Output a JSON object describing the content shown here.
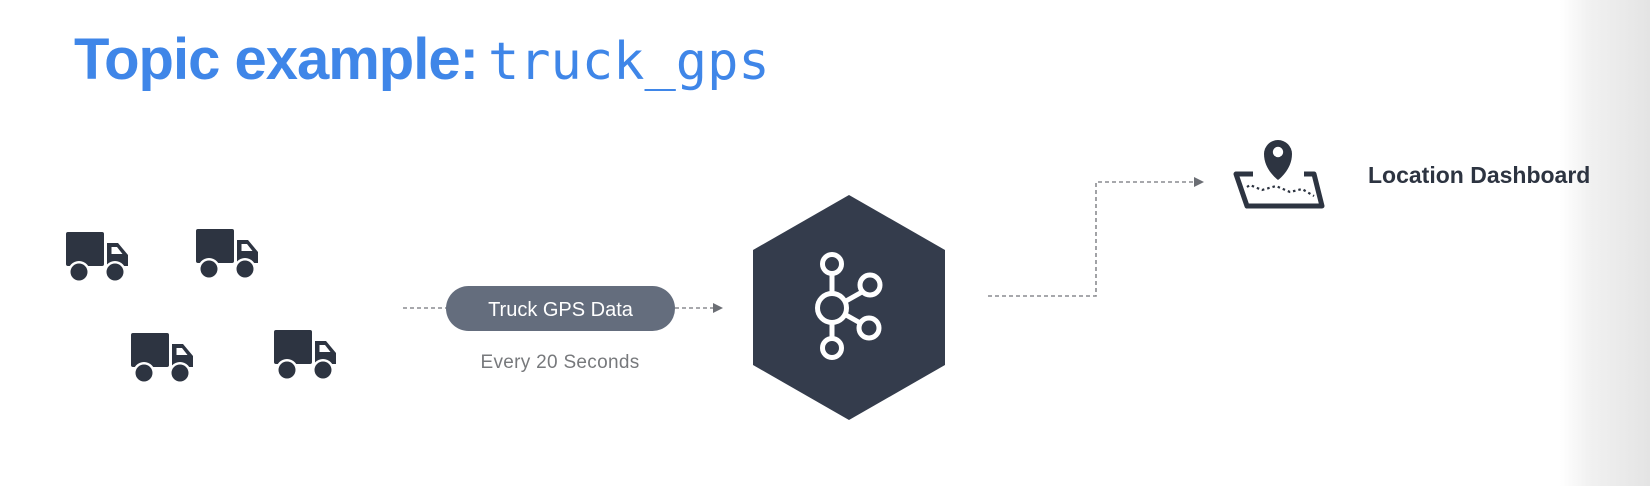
{
  "slide": {
    "title_text": "Topic example:",
    "title_code": "truck_gps"
  },
  "diagram": {
    "producer_icon": "truck-icon",
    "producer_count": 4,
    "message_label": "Truck GPS Data",
    "message_caption": "Every 20 Seconds",
    "broker_icon": "kafka-logo-icon",
    "consumer_icon": "map-pin-icon",
    "consumer_label": "Location Dashboard"
  },
  "colors": {
    "title": "#3f86e8",
    "dark": "#2d3441",
    "hexagon": "#343c4c",
    "pill": "#646d7d",
    "connector": "#8a8c90"
  }
}
